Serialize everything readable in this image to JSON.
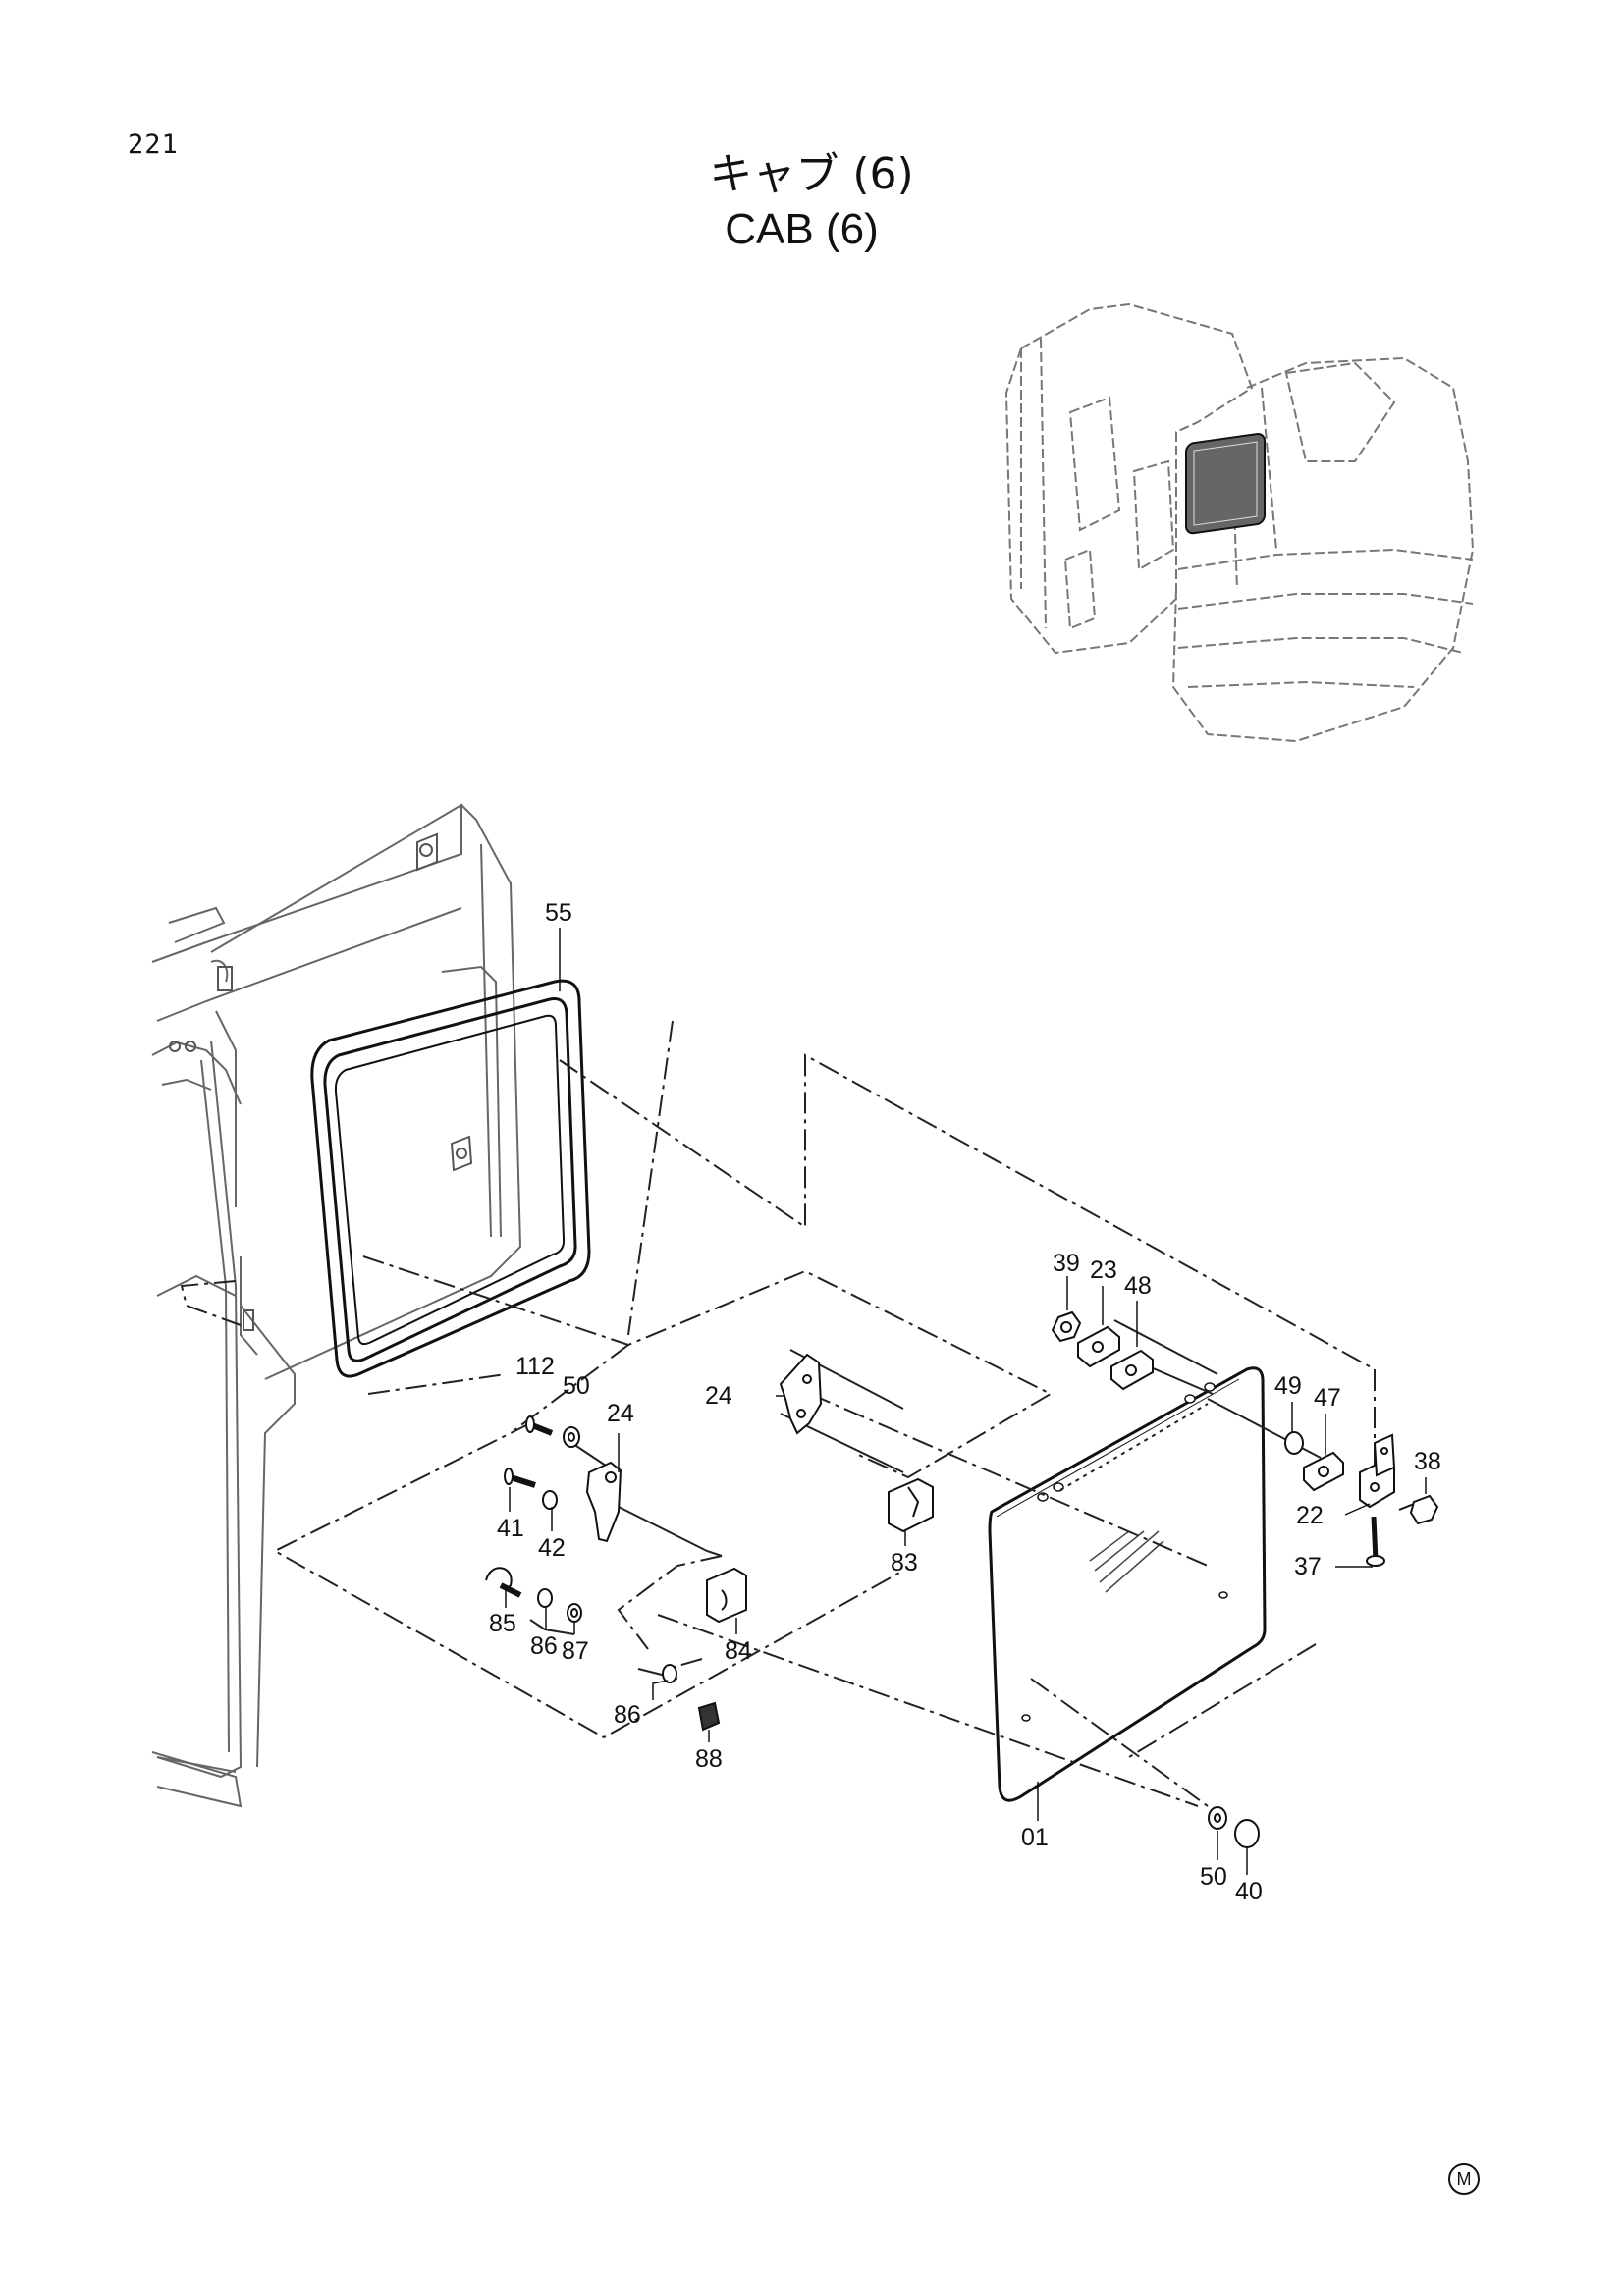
{
  "page": {
    "number": "221",
    "marker": "M"
  },
  "title": {
    "japanese": "キャブ (6)",
    "english": "CAB (6)"
  },
  "callouts": {
    "c55": "55",
    "c39": "39",
    "c23": "23",
    "c48": "48",
    "c49": "49",
    "c47": "47",
    "c38": "38",
    "c22": "22",
    "c37": "37",
    "c112": "112",
    "c50a": "50",
    "c24a": "24",
    "c24b": "24",
    "c41": "41",
    "c42": "42",
    "c83": "83",
    "c85": "85",
    "c86a": "86",
    "c87": "87",
    "c84": "84",
    "c86b": "86",
    "c88": "88",
    "c01": "01",
    "c50b": "50",
    "c40": "40"
  }
}
